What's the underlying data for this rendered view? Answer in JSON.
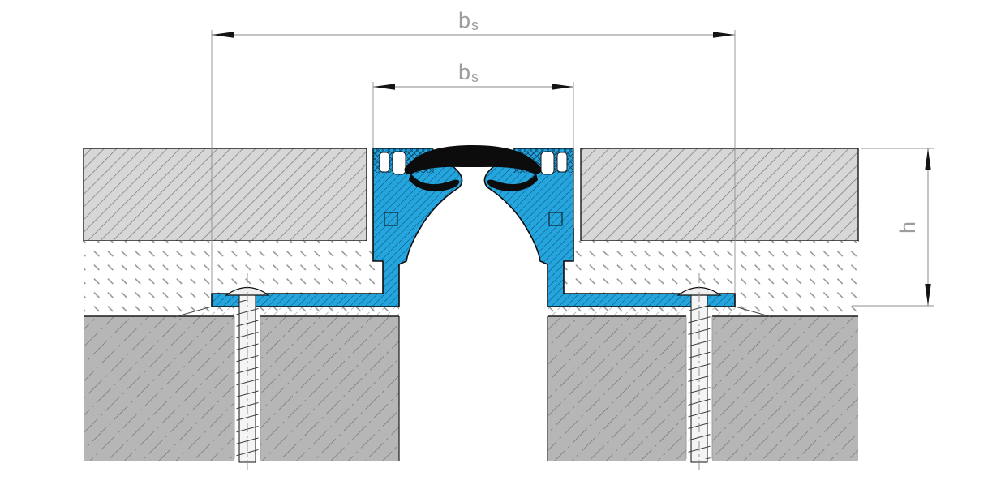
{
  "dimensions": {
    "outer_width_label": {
      "base": "b",
      "sub": "s"
    },
    "inner_width_label": {
      "base": "b",
      "sub": "s"
    },
    "height_label": {
      "base": "h"
    }
  },
  "colors": {
    "profile_blue": "#25A5DE",
    "rubber_black": "#0c0c0c",
    "tile_gray": "#d7d7d7",
    "concrete_gray": "#b6b6b6",
    "dimension_text_gray": "#9d9d9d"
  }
}
